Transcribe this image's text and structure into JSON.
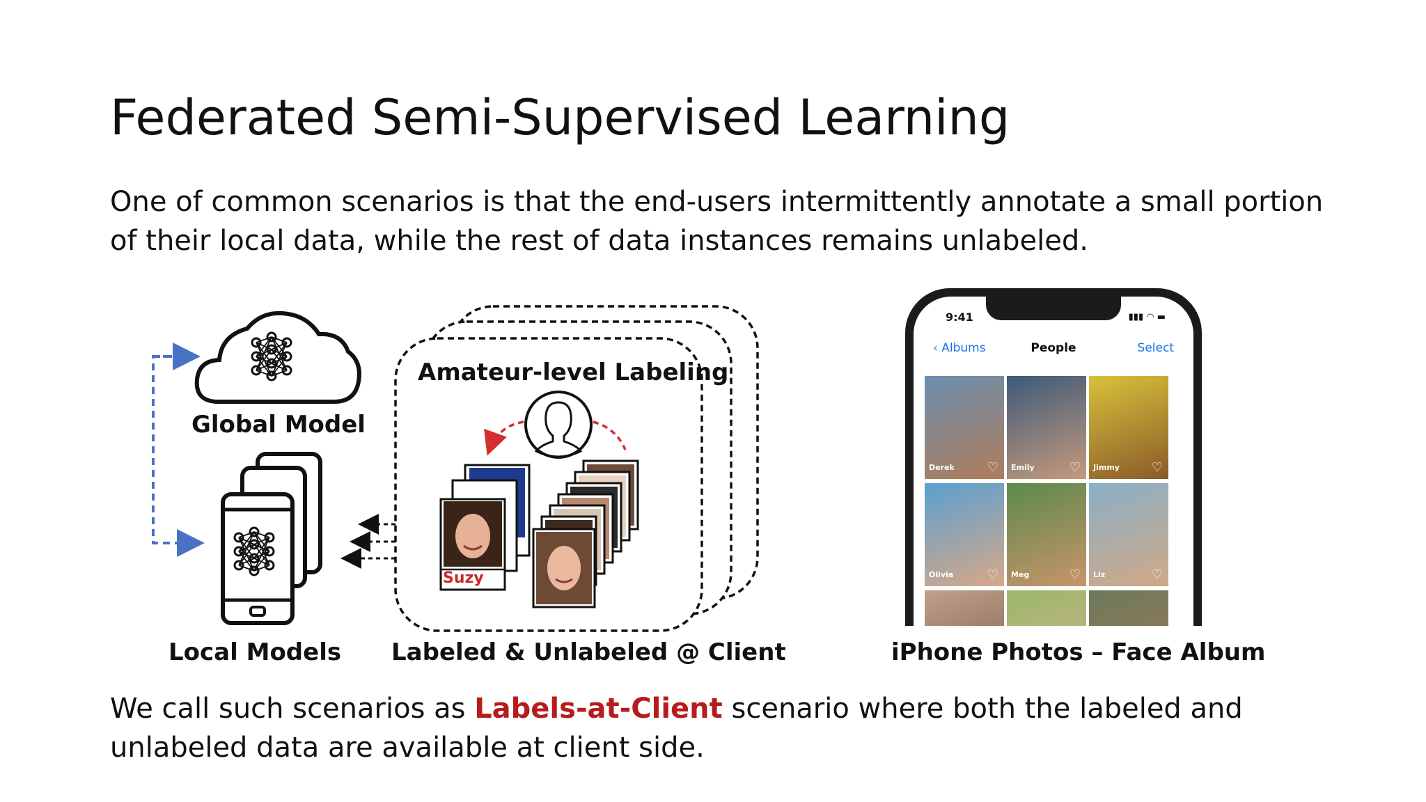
{
  "title": "Federated Semi-Supervised Learning",
  "intro": {
    "line1": "One of common scenarios is that the end-users intermittently annotate a small portion",
    "line2": "of their local data, while the rest of data instances remains unlabeled."
  },
  "diagram": {
    "global_model_label": "Global Model",
    "local_models_label": "Local Models",
    "client_box_title": "Amateur-level Labeling",
    "labeled_name": "Suzy",
    "client_caption": "Labeled & Unlabeled @ Client",
    "icons": [
      "cloud-icon",
      "neural-network-icon",
      "smartphone-icon",
      "user-icon",
      "face-photo"
    ]
  },
  "phone": {
    "time": "9:41",
    "nav_back": "Albums",
    "nav_title": "People",
    "nav_action": "Select",
    "people": [
      "Derek",
      "Emily",
      "Jimmy",
      "Olivia",
      "Meg",
      "Liz"
    ],
    "caption": "iPhone Photos – Face Album"
  },
  "outro": {
    "before": "We call such scenarios as ",
    "highlight": "Labels-at-Client",
    "after": " scenario where both the labeled and",
    "line2": "unlabeled data are available at client side."
  },
  "colors": {
    "accent": "#b71c1c",
    "dash_blue": "#4a72c4",
    "dash_red": "#d32f2f",
    "ios_blue": "#1a73e8"
  }
}
